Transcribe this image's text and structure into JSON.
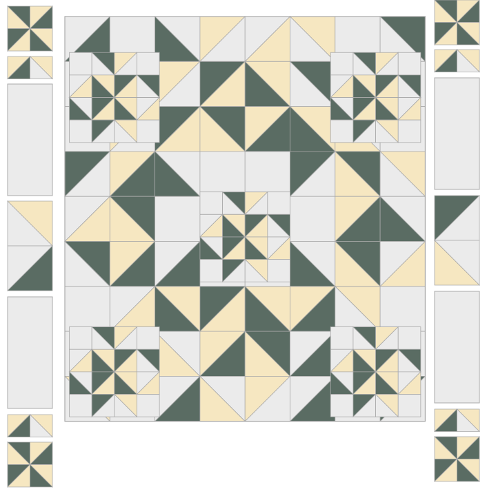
{
  "colors": {
    "light": "#ebebeb",
    "cream": "#f6e7c1",
    "green": "#5a6c63",
    "line": "#a9a9a9",
    "background": "#ffffff"
  },
  "pattern": {
    "name_visible": false,
    "pieces": [
      "main-quilt",
      "left-side-strip",
      "right-side-strip"
    ]
  }
}
